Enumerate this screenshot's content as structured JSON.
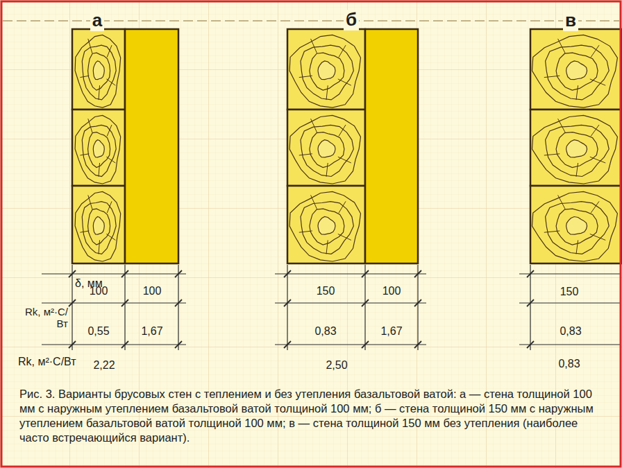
{
  "diagram": {
    "caption": "Рис. 3. Варианты брусовых стен с теплением и без утепления базальтовой ватой: а — стена толщиной 100 мм с наружным утеплением базальтовой ватой толщиной 100 мм; б — стена толщиной 150 мм с наружным утеплением базальтовой ватой толщиной 100 мм; в — стена толщиной 150 мм без утепления (наиболее часто встречающийся вариант).",
    "labels": [
      "а",
      "б",
      "в",
      "δ, мм",
      "100",
      "100",
      "150",
      "100",
      "150",
      "Rk, м²·С/Вт",
      "0,55",
      "1,67",
      "0,83",
      "1,67",
      "0,83",
      "Rk, м²·С/Вт",
      "2,22",
      "2,50",
      "0,83"
    ]
  }
}
